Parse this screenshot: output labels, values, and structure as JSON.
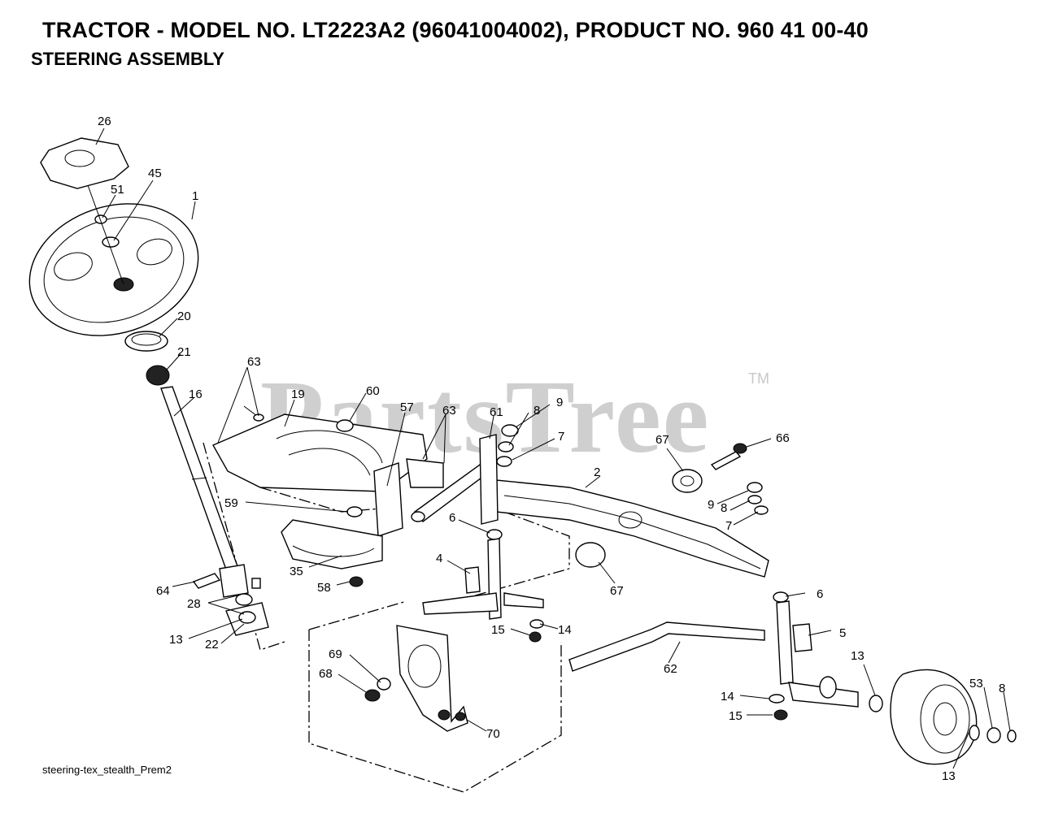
{
  "header": {
    "title": "TRACTOR - MODEL NO. LT2223A2 (96041004002), PRODUCT NO. 960 41 00-40",
    "subtitle": "STEERING ASSEMBLY"
  },
  "watermark": {
    "text": "PartsTree",
    "tm": "TM"
  },
  "caption": "steering-tex_stealth_Prem2",
  "callouts": [
    {
      "id": "c26",
      "label": "26"
    },
    {
      "id": "c45",
      "label": "45"
    },
    {
      "id": "c51",
      "label": "51"
    },
    {
      "id": "c1",
      "label": "1"
    },
    {
      "id": "c20",
      "label": "20"
    },
    {
      "id": "c21",
      "label": "21"
    },
    {
      "id": "c16",
      "label": "16"
    },
    {
      "id": "c63a",
      "label": "63"
    },
    {
      "id": "c19",
      "label": "19"
    },
    {
      "id": "c60",
      "label": "60"
    },
    {
      "id": "c57",
      "label": "57"
    },
    {
      "id": "c63b",
      "label": "63"
    },
    {
      "id": "c61",
      "label": "61"
    },
    {
      "id": "c9a",
      "label": "9"
    },
    {
      "id": "c8a",
      "label": "8"
    },
    {
      "id": "c7a",
      "label": "7"
    },
    {
      "id": "c67a",
      "label": "67"
    },
    {
      "id": "c66",
      "label": "66"
    },
    {
      "id": "c2",
      "label": "2"
    },
    {
      "id": "c9b",
      "label": "9"
    },
    {
      "id": "c8b",
      "label": "8"
    },
    {
      "id": "c7b",
      "label": "7"
    },
    {
      "id": "c59",
      "label": "59"
    },
    {
      "id": "c6a",
      "label": "6"
    },
    {
      "id": "c35",
      "label": "35"
    },
    {
      "id": "c4",
      "label": "4"
    },
    {
      "id": "c67b",
      "label": "67"
    },
    {
      "id": "c58",
      "label": "58"
    },
    {
      "id": "c64",
      "label": "64"
    },
    {
      "id": "c28",
      "label": "28"
    },
    {
      "id": "c6b",
      "label": "6"
    },
    {
      "id": "c13a",
      "label": "13"
    },
    {
      "id": "c22",
      "label": "22"
    },
    {
      "id": "c15a",
      "label": "15"
    },
    {
      "id": "c14a",
      "label": "14"
    },
    {
      "id": "c5",
      "label": "5"
    },
    {
      "id": "c69",
      "label": "69"
    },
    {
      "id": "c68",
      "label": "68"
    },
    {
      "id": "c62",
      "label": "62"
    },
    {
      "id": "c13b",
      "label": "13"
    },
    {
      "id": "c53",
      "label": "53"
    },
    {
      "id": "c8c",
      "label": "8"
    },
    {
      "id": "c14b",
      "label": "14"
    },
    {
      "id": "c15b",
      "label": "15"
    },
    {
      "id": "c70",
      "label": "70"
    },
    {
      "id": "c13c",
      "label": "13"
    }
  ]
}
